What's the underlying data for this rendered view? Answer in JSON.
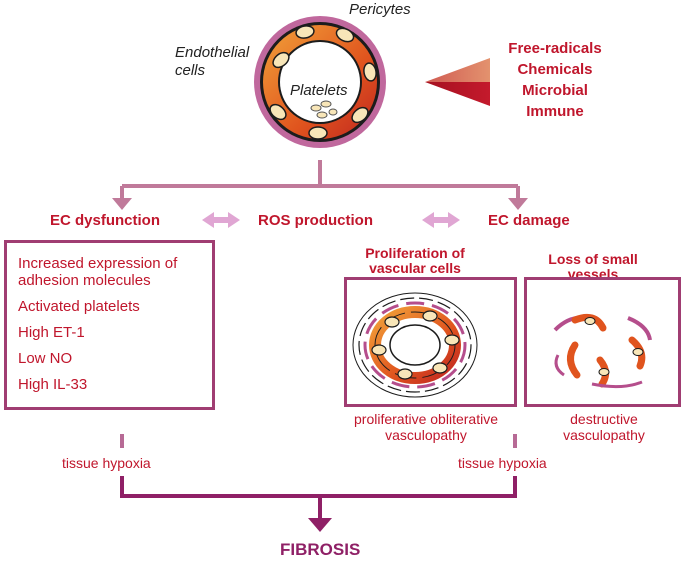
{
  "top": {
    "pericytes": "Pericytes",
    "endothelial_line1": "Endothelial",
    "endothelial_line2": "cells",
    "platelets": "Platelets"
  },
  "triggers": [
    "Free-radicals",
    "Chemicals",
    "Microbial",
    "Immune"
  ],
  "branches": {
    "left": "EC dysfunction",
    "center": "ROS production",
    "right": "EC damage"
  },
  "dysfunction_items": [
    "Increased expression of adhesion molecules",
    "Activated platelets",
    "High ET-1",
    "Low NO",
    "High IL-33"
  ],
  "proliferation": {
    "title": "Proliferation of vascular cells",
    "caption": "proliferative obliterative vasculopathy"
  },
  "loss": {
    "title": "Loss of small vessels",
    "caption": "destructive vasculopathy"
  },
  "hypoxia_left": "tissue hypoxia",
  "hypoxia_right": "tissue hypoxia",
  "outcome": "FIBROSIS",
  "colors": {
    "connector": "#c07a9a",
    "box_border": "#a03d72",
    "text_red": "#c0162c",
    "double_arrow": "#e0a6d3",
    "bottom_line": "#8f2066"
  }
}
